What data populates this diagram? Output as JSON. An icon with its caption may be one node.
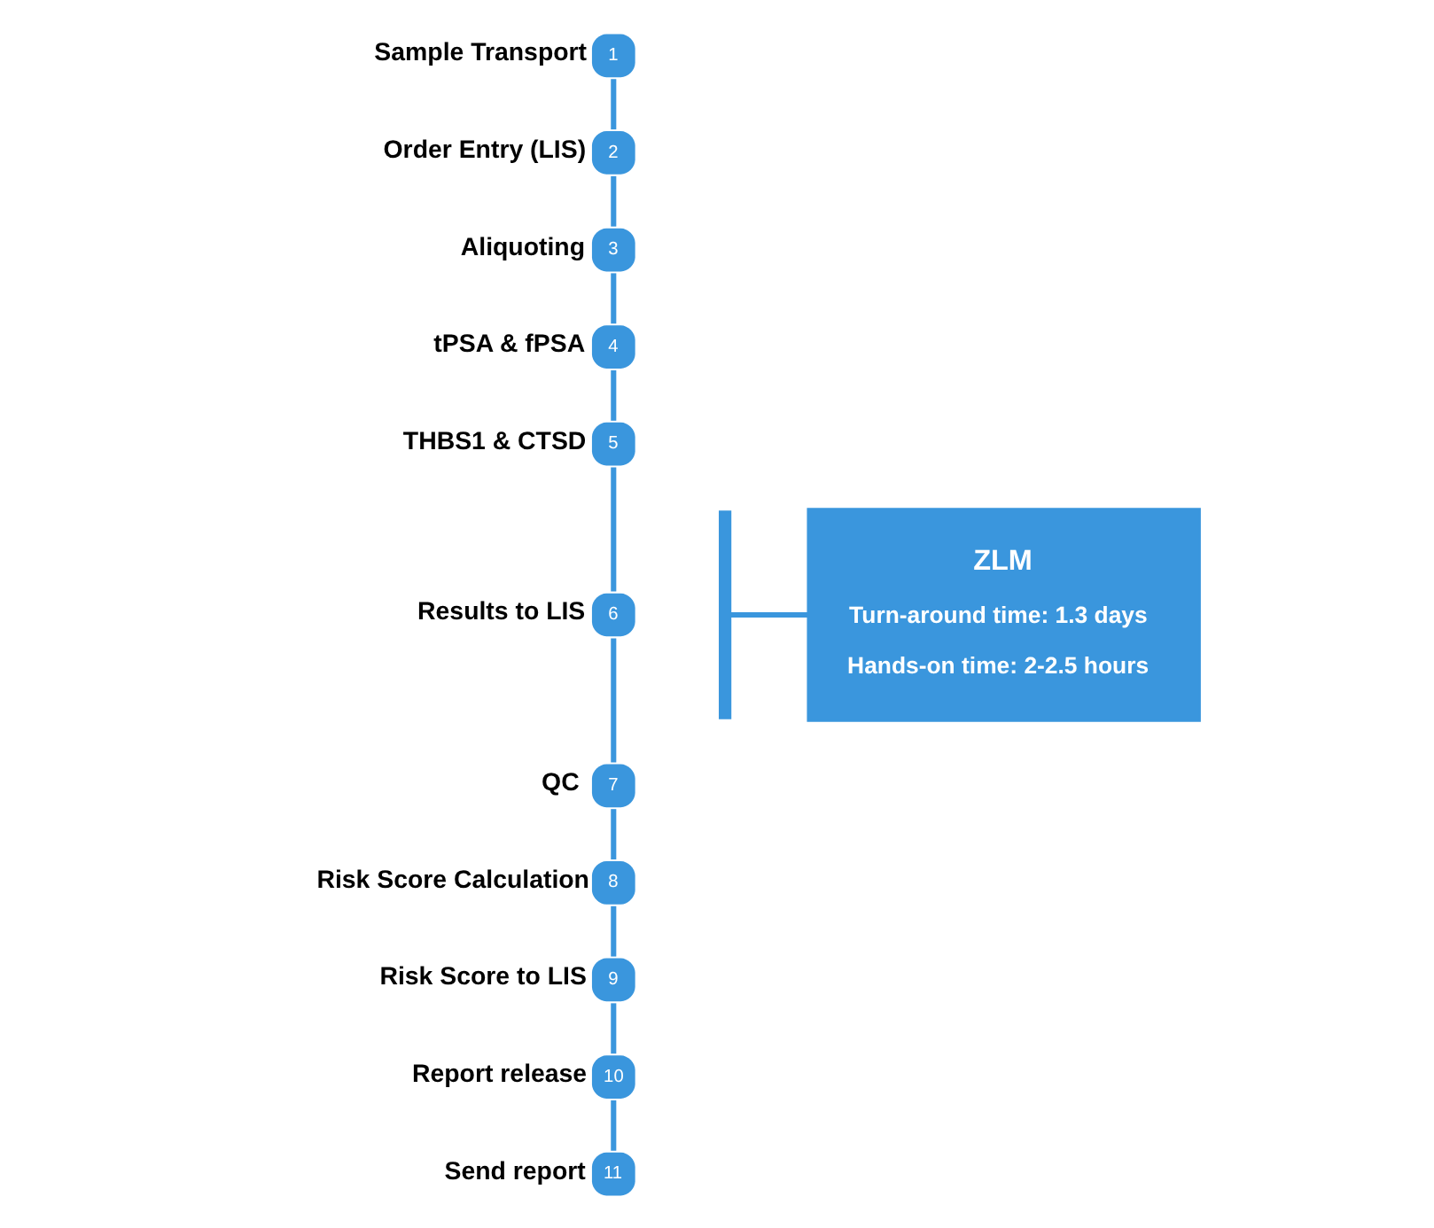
{
  "diagram": {
    "nodes": [
      {
        "text": [
          "1"
        ],
        "beside": [
          "Sample Transport"
        ]
      },
      {
        "text": [
          "2"
        ],
        "beside": [
          "Order Entry (LIS)"
        ]
      },
      {
        "text": [
          "3"
        ],
        "beside": [
          "Aliquoting"
        ]
      },
      {
        "text": [
          "4"
        ],
        "beside": [
          "tPSA & fPSA"
        ]
      },
      {
        "text": [
          "5"
        ],
        "beside": [
          "THBS1 & CTSD"
        ]
      },
      {
        "text": [
          "6"
        ],
        "beside": [
          "Results to LIS"
        ]
      },
      {
        "text": [
          "7"
        ],
        "beside": [
          "QC"
        ]
      },
      {
        "text": [
          "8"
        ],
        "beside": [
          "Risk Score Calculation"
        ]
      },
      {
        "text": [
          "9"
        ],
        "beside": [
          "Risk Score to LIS"
        ]
      },
      {
        "text": [
          "10"
        ],
        "beside": [
          "Report release"
        ]
      },
      {
        "text": [
          "11"
        ],
        "beside": [
          "Send report"
        ]
      },
      {
        "text": [],
        "shape": "bracket"
      },
      {
        "text": [
          "ZLM",
          "Turn-around time: 1.3 days",
          "Hands-on time: 2-2.5 hours"
        ]
      }
    ],
    "edges": [
      {
        "from": 0,
        "to": 1,
        "arrow": "none"
      },
      {
        "from": 1,
        "to": 2,
        "arrow": "none"
      },
      {
        "from": 2,
        "to": 3,
        "arrow": "none"
      },
      {
        "from": 3,
        "to": 4,
        "arrow": "none"
      },
      {
        "from": 4,
        "to": 5,
        "arrow": "none"
      },
      {
        "from": 5,
        "to": 6,
        "arrow": "none"
      },
      {
        "from": 6,
        "to": 7,
        "arrow": "none"
      },
      {
        "from": 7,
        "to": 8,
        "arrow": "none"
      },
      {
        "from": 8,
        "to": 9,
        "arrow": "none"
      },
      {
        "from": 9,
        "to": 10,
        "arrow": "none"
      },
      {
        "from": 11,
        "to": 12,
        "arrow": "none"
      }
    ]
  }
}
